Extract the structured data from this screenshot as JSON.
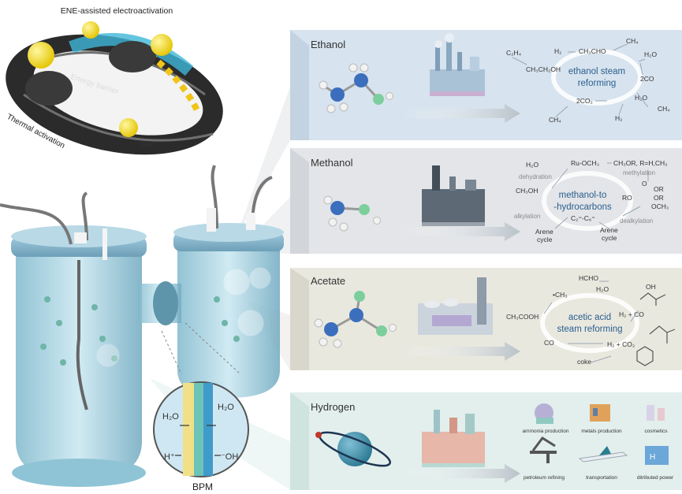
{
  "illustration": {
    "top_label": "ENE-assisted electroactivation",
    "energy_barrier": "Energy barrier",
    "electro_fragment": "Elec",
    "thermal": "Thermal activation",
    "bpm_label": "BPM",
    "bpm_h2o_left": "H₂O",
    "bpm_h2o_right": "H₂O",
    "bpm_h_plus": "H⁺",
    "bpm_oh": "⁻OH"
  },
  "panels": {
    "ethanol": {
      "title": "Ethanol",
      "center": [
        "ethanol steam",
        "reforming"
      ],
      "species": {
        "c2h4": "C₂H₄",
        "h2_top": "H₂",
        "ch3cho": "CH₃CHO",
        "ch4_top": "CH₄",
        "ch3ch2oh": "CH₃CH₂OH",
        "h2o_right": "H₂O",
        "two_co": "2CO",
        "two_co2": "2CO₂",
        "h2o_bottom": "H₂O",
        "ch4_right": "CH₄",
        "ch4_bottom": "CH₄",
        "h2_bottom": "H₂"
      }
    },
    "methanol": {
      "title": "Methanol",
      "center": [
        "methanol-to",
        "-hydrocarbons"
      ],
      "species": {
        "h2o": "H₂O",
        "ru_och3": "Ru-OCH₃",
        "ch3or": "CH₃OR, R=H,CH₃",
        "dehydration": "dehydration",
        "methylation": "methylation",
        "ch3oh": "CH₃OH",
        "or1": "OR",
        "or2": "OR",
        "ro": "RO",
        "o": "O",
        "och3": "OCH₃",
        "alkylation": "alkylation",
        "c2c6": "C₂⁼-C₆⁼",
        "dealkylation": "dealkylation",
        "arene_left": [
          "Arene",
          "cycle"
        ],
        "arene_right": [
          "Arene",
          "cycle"
        ]
      }
    },
    "acetate": {
      "title": "Acetate",
      "center": [
        "acetic acid",
        "steam reforming"
      ],
      "species": {
        "hcho": "HCHO",
        "oh": "OH",
        "ch3_rad": "•CH₃",
        "h2o": "H₂O",
        "h2_co": "H₂ + CO",
        "ch3cooh": "CH₃COOH",
        "co": "CO",
        "h2_co2": "H₂ + CO₂",
        "coke": "coke"
      }
    },
    "hydrogen": {
      "title": "Hydrogen",
      "applications": [
        "ammonia production",
        "metals production",
        "cosmetics",
        "petroleum refining",
        "transportation",
        "ditributed power"
      ]
    }
  },
  "colors": {
    "ethanol_bg": "#d7e3ee",
    "methanol_bg": "#e3e5e8",
    "acetate_bg": "#e9e8df",
    "hydrogen_bg": "#e2efec",
    "reactor": "#9ccfdf",
    "accent_blue": "#2a5f8f"
  }
}
